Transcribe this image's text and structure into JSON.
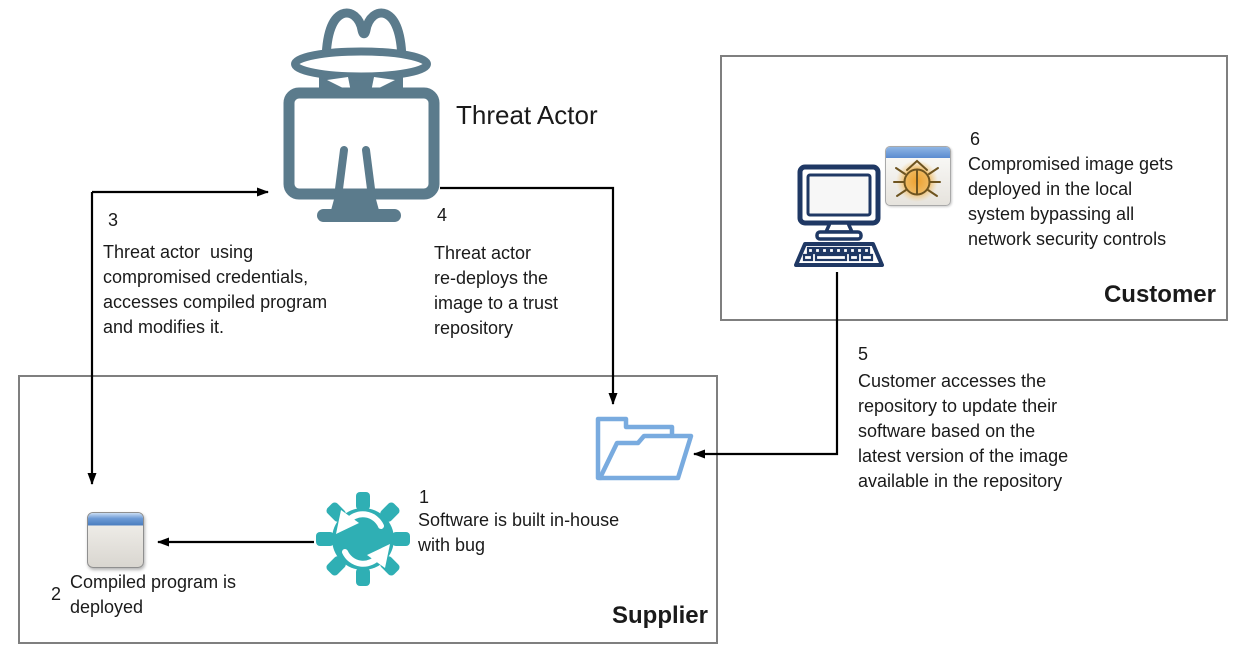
{
  "colors": {
    "actor_slate": "#5b7b8c",
    "gear_teal": "#2fafb4",
    "folder_blue": "#79abdf",
    "computer_navy": "#1f3864",
    "box_border_gray": "#7f7f7f",
    "arrow_black": "#000000",
    "bug_amber": "#eda12f",
    "window_titlebar_blue": "#5b8bd0"
  },
  "threat_actor": {
    "label": "Threat Actor",
    "icon": "hacker-at-monitor-icon"
  },
  "boxes": {
    "customer": {
      "label": "Customer"
    },
    "supplier": {
      "label": "Supplier"
    }
  },
  "icons": {
    "customer_computer": "desktop-computer-icon",
    "malware": "bug-window-icon",
    "repository": "open-folder-icon",
    "build": "gear-sync-icon",
    "program": "program-window-icon"
  },
  "steps": [
    {
      "num": "1",
      "text": "Software is built in-house\nwith bug"
    },
    {
      "num": "2",
      "text": "Compiled program is\ndeployed"
    },
    {
      "num": "3",
      "text": "Threat actor  using\ncompromised credentials,\naccesses compiled program\nand modifies it."
    },
    {
      "num": "4",
      "text": "Threat actor\nre-deploys the\nimage to a trust\nrepository"
    },
    {
      "num": "5",
      "text": "Customer accesses the\nrepository to update their\nsoftware based on the\nlatest version of the image\navailable in the repository"
    },
    {
      "num": "6",
      "text": "Compromised image gets\ndeployed in the local\nsystem bypassing all\nnetwork security controls"
    }
  ]
}
